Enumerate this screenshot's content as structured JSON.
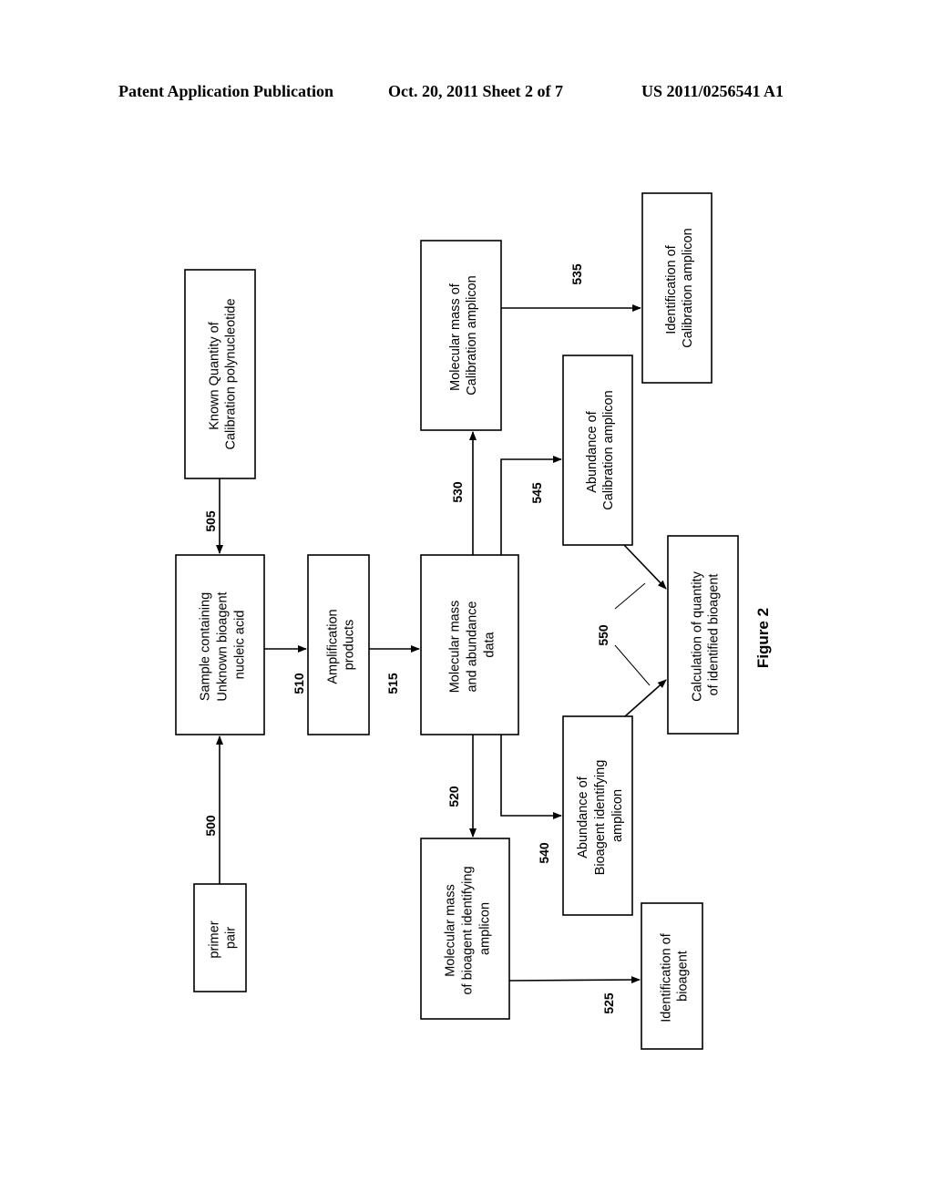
{
  "header": {
    "left": "Patent Application Publication",
    "middle": "Oct. 20, 2011   Sheet 2 of 7",
    "right": "US 2011/0256541 A1"
  },
  "figure_label": "Figure 2",
  "boxes": {
    "primer": [
      "primer",
      "pair"
    ],
    "sample": [
      "Sample containing",
      "Unknown bioagent",
      "nucleic acid"
    ],
    "known": [
      "Known Quantity of",
      "Calibration polynucleotide"
    ],
    "amplification": [
      "Amplification",
      "products"
    ],
    "mass_abundance": [
      "Molecular mass",
      "and abundance",
      "data"
    ],
    "mass_bioagent": [
      "Molecular mass",
      "of bioagent identifying",
      "amplicon"
    ],
    "mass_calibration": [
      "Molecular mass of",
      "Calibration amplicon"
    ],
    "abundance_bioagent": [
      "Abundance of",
      "Bioagent identifying",
      "amplicon"
    ],
    "abundance_calibration": [
      "Abundance of",
      "Calibration amplicon"
    ],
    "identification_bioagent": [
      "Identification of",
      "bioagent"
    ],
    "identification_calibration": [
      "Identification of",
      "Calibration amplicon"
    ],
    "calculation": [
      "Calculation of quantity",
      "of identified bioagent"
    ]
  },
  "step_numbers": {
    "s500": "500",
    "s505": "505",
    "s510": "510",
    "s515": "515",
    "s520": "520",
    "s525": "525",
    "s530": "530",
    "s535": "535",
    "s540": "540",
    "s545": "545",
    "s550": "550"
  }
}
